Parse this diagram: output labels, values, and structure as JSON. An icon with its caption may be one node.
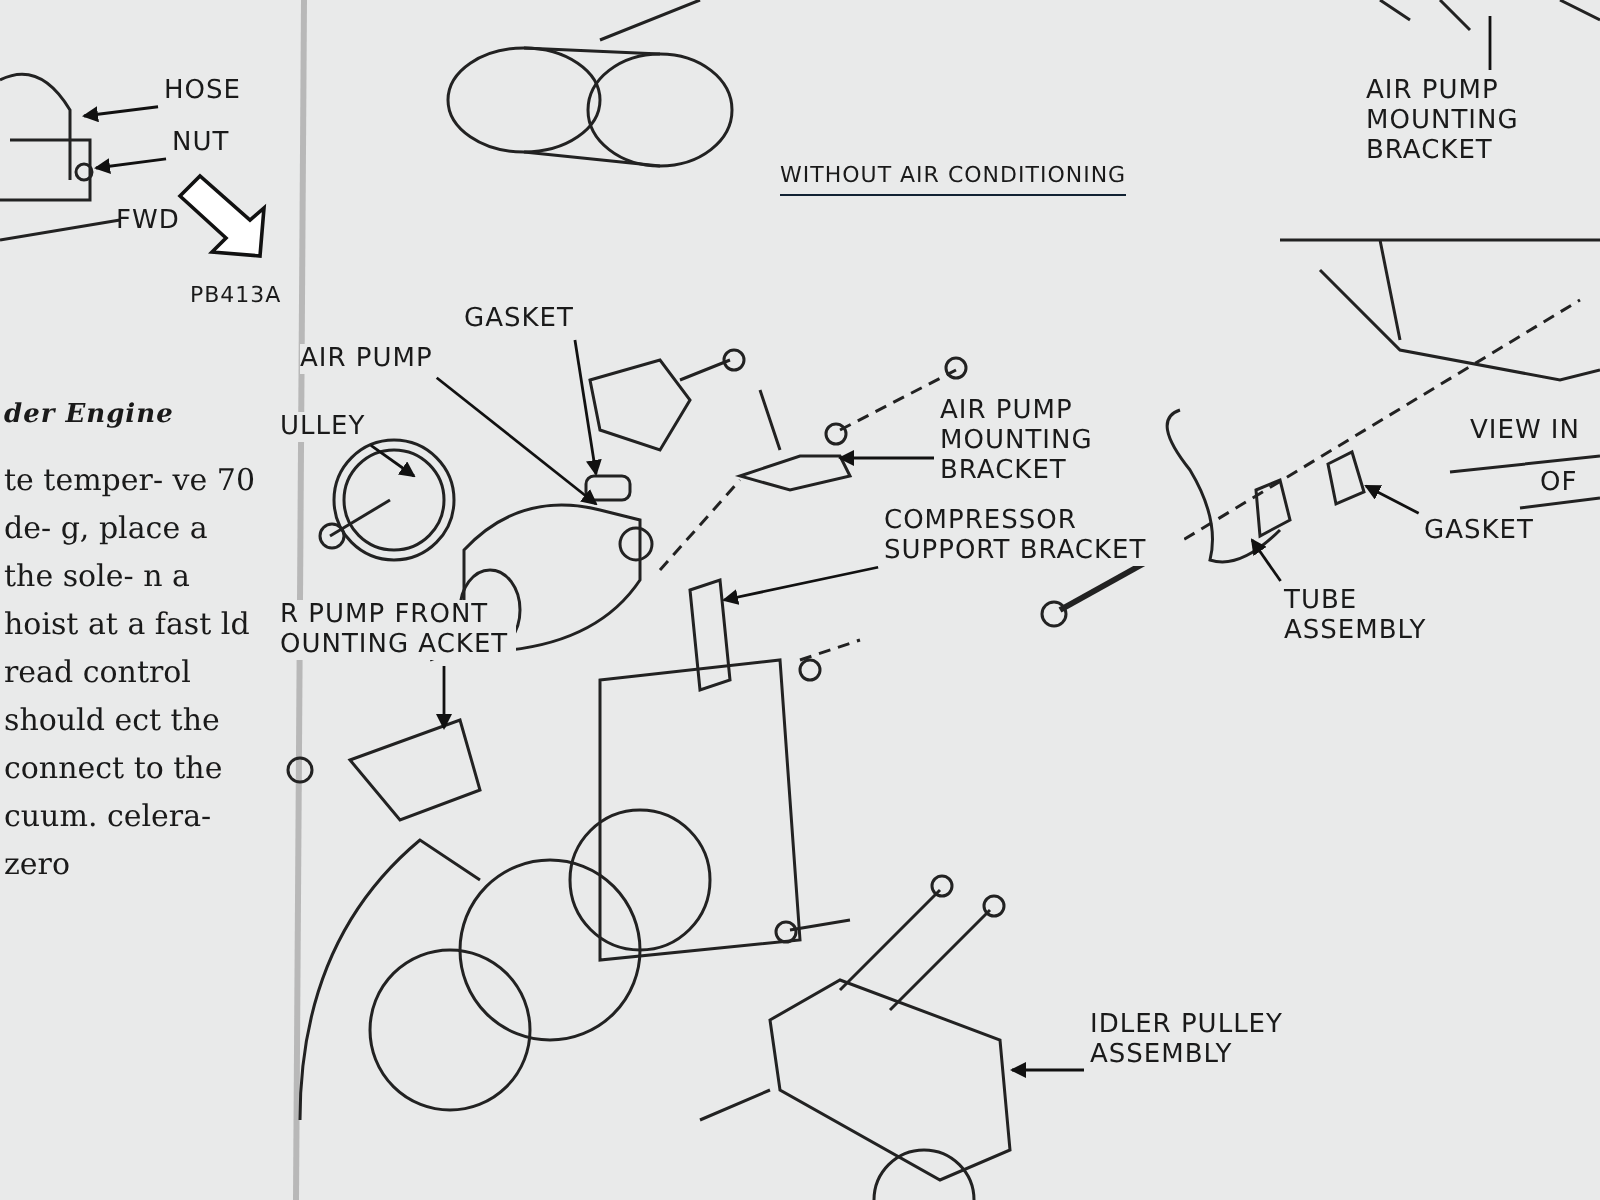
{
  "diagram": {
    "title": "WITHOUT AIR CONDITIONING",
    "nodes": [
      {
        "text": [
          "HOSE"
        ]
      },
      {
        "text": [
          "NUT"
        ]
      },
      {
        "text": [
          "AIR PUMP MOUNTING BRACKET"
        ]
      },
      {
        "text": [
          "GASKET"
        ]
      },
      {
        "text": [
          "AIR PUMP"
        ]
      },
      {
        "text": [
          "ULLEY"
        ]
      },
      {
        "text": [
          "AIR PUMP MOUNTING BRACKET"
        ]
      },
      {
        "text": [
          "COMPRESSOR SUPPORT BRACKET"
        ]
      },
      {
        "text": [
          "GASKET"
        ]
      },
      {
        "text": [
          "TUBE ASSEMBLY"
        ]
      },
      {
        "text": [
          "R PUMP FRONT OUNTING ACKET"
        ]
      },
      {
        "text": [
          "IDLER PULLEY ASSEMBLY"
        ]
      }
    ],
    "edges": [
      {
        "from": 0,
        "to": null,
        "arrow": "to"
      },
      {
        "from": 1,
        "to": null,
        "arrow": "to"
      },
      {
        "from": 2,
        "to": null,
        "arrow": "none"
      },
      {
        "from": 3,
        "to": null,
        "arrow": "to"
      },
      {
        "from": 4,
        "to": null,
        "arrow": "to"
      },
      {
        "from": 5,
        "to": null,
        "arrow": "to"
      },
      {
        "from": 6,
        "to": null,
        "arrow": "to"
      },
      {
        "from": 7,
        "to": null,
        "arrow": "to"
      },
      {
        "from": 8,
        "to": null,
        "arrow": "to"
      },
      {
        "from": 9,
        "to": null,
        "arrow": "to"
      },
      {
        "from": 10,
        "to": null,
        "arrow": "to"
      },
      {
        "from": 11,
        "to": null,
        "arrow": "to"
      }
    ],
    "labels": [
      "FWD",
      "PB413A",
      "der Engine",
      "te temper- ve 70 de- g, place a the sole- n a hoist at a fast ld read control should ect the connect to the cuum. celera- zero",
      "VIEW IN",
      "OF"
    ]
  }
}
